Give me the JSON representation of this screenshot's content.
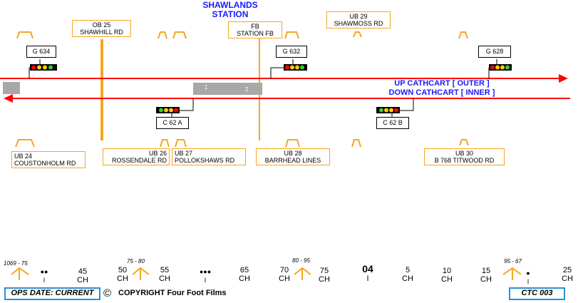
{
  "station": {
    "line1": "SHAWLANDS",
    "line2": "STATION"
  },
  "lines": {
    "up": "UP CATHCART [ OUTER ]",
    "down": "DOWN CATHCART [ INNER ]"
  },
  "structures_top": [
    {
      "id": "OB 25",
      "name": "SHAWHILL RD"
    },
    {
      "id": "FB",
      "name": "STATION FB"
    },
    {
      "id": "UB 29",
      "name": "SHAWMOSS RD"
    }
  ],
  "structures_bottom": [
    {
      "id": "UB 24",
      "name": "COUSTONHOLM RD"
    },
    {
      "id": "UB 26",
      "name": "ROSSENDALE RD"
    },
    {
      "id": "UB 27",
      "name": "POLLOKSHAWS RD"
    },
    {
      "id": "UB 28",
      "name": "BARRHEAD LINES"
    },
    {
      "id": "UB 30",
      "name": "B 768  TITWOOD RD"
    }
  ],
  "signals": [
    "G 634",
    "G 632",
    "G 628",
    "C 62 A",
    "C 62 B"
  ],
  "track_section": {
    "a": "1",
    "b": "2"
  },
  "speeds": [
    "1069 - 75",
    "75 - 80",
    "80 - 95",
    "95 - 67"
  ],
  "mileposts": {
    "m45": "45",
    "m50": "50",
    "m55": "55",
    "m65": "65",
    "m70": "70",
    "m75": "75",
    "m04": "04",
    "m05": "5",
    "m10": "10",
    "m15": "15",
    "m25": "25",
    "ch": "CH",
    "bar": "I",
    "dots2": "●●",
    "dots3": "●●●"
  },
  "footer": {
    "ops_date": "OPS DATE: CURRENT",
    "copyright_symbol": "©",
    "copyright": "COPYRIGHT Four Foot Films",
    "sheet": "CTC 003"
  },
  "colors": {
    "track": "#ff0000",
    "structure": "#f5a623",
    "text_blue": "#1a1aff",
    "footer_border": "#2a8fd8"
  }
}
